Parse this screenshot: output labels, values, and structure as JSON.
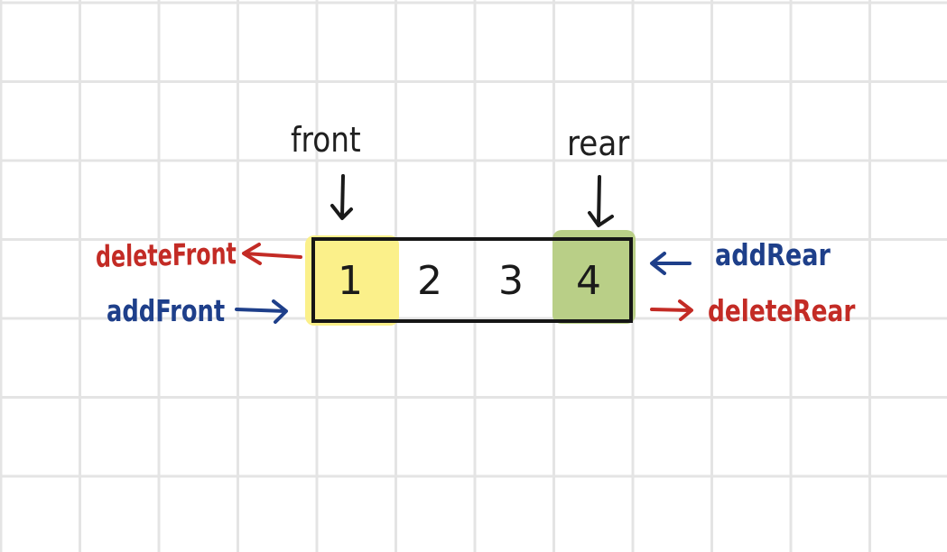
{
  "pointers": {
    "front": "front",
    "rear": "rear"
  },
  "cells": [
    "1",
    "2",
    "3",
    "4"
  ],
  "operations": {
    "delete_front": "deleteFront",
    "add_front": "addFront",
    "add_rear": "addRear",
    "delete_rear": "deleteRear"
  },
  "colors": {
    "delete_op": "#c32b25",
    "add_op": "#1e3f8a",
    "front_highlight": "#fbf08a",
    "rear_highlight": "#b9cf87",
    "grid": "#e4e4e4"
  }
}
